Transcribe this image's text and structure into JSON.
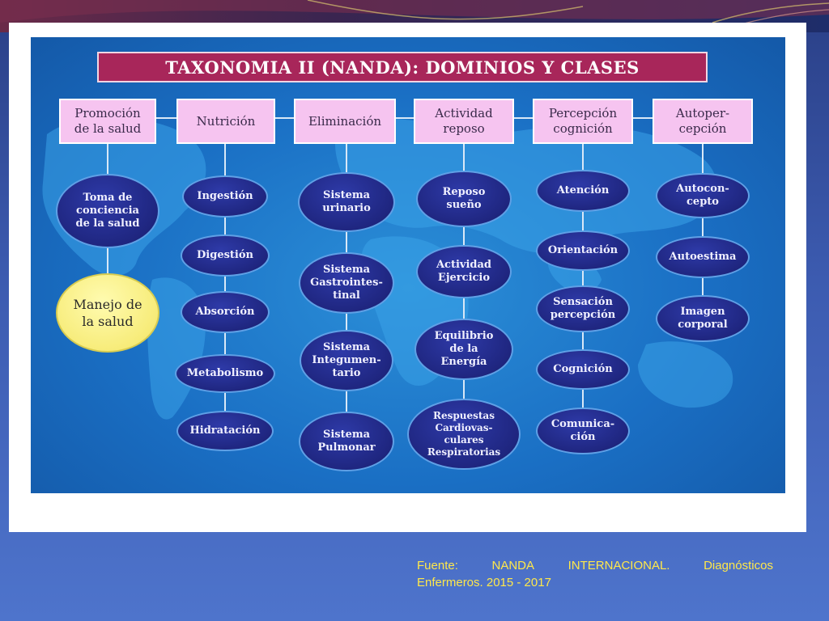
{
  "title": "TAXONOMIA II (NANDA): DOMINIOS Y CLASES",
  "colors": {
    "title_bg": "#a8265a",
    "domain_bg": "#f6c4f0",
    "class_bg": "#1f2680",
    "highlight_bg": "#f7ec7a",
    "panel_bg": "#1a6fc4",
    "footer_text": "#ffe84a"
  },
  "domains": [
    {
      "label": "Promoción\nde la salud"
    },
    {
      "label": "Nutrición"
    },
    {
      "label": "Eliminación"
    },
    {
      "label": "Actividad\nreposo"
    },
    {
      "label": "Percepción\ncognición"
    },
    {
      "label": "Autoper-\ncepción"
    }
  ],
  "classes": [
    [
      "Toma de\nconciencia\nde la salud",
      "Manejo de\nla salud"
    ],
    [
      "Ingestión",
      "Digestión",
      "Absorción",
      "Metabolismo",
      "Hidratación"
    ],
    [
      "Sistema\nurinario",
      "Sistema\nGastrointes-\ntinal",
      "Sistema\nIntegumen-\ntario",
      "Sistema\nPulmonar"
    ],
    [
      "Reposo\nsueño",
      "Actividad\nEjercicio",
      "Equilibrio\nde la\nEnergía",
      "Respuestas\nCardiovas-\nculares\nRespiratorias"
    ],
    [
      "Atención",
      "Orientación",
      "Sensación\npercepción",
      "Cognición",
      "Comunica-\nción"
    ],
    [
      "Autocon-\ncepto",
      "Autoestima",
      "Imagen\ncorporal"
    ]
  ],
  "footer": {
    "words": [
      "Fuente:",
      "NANDA",
      "INTERNACIONAL.",
      "Diagnósticos"
    ],
    "line2": "Enfermeros. 2015 - 2017"
  }
}
